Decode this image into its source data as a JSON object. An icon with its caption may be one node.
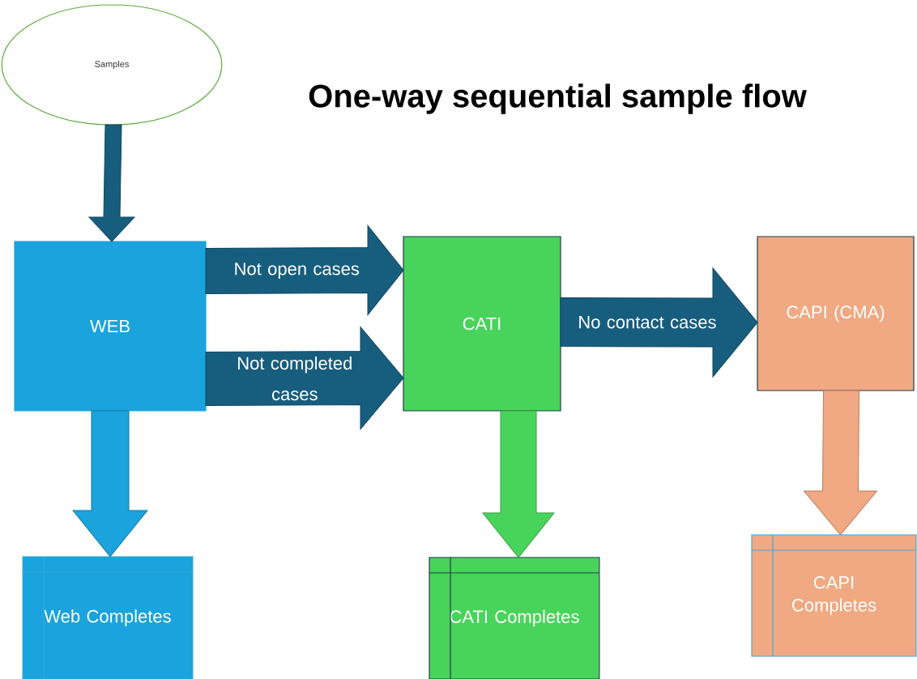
{
  "diagram": {
    "title": "One-way sequential sample flow",
    "nodes": [
      {
        "text": [
          "Samples"
        ]
      },
      {
        "text": [
          "WEB"
        ]
      },
      {
        "text": [
          "CATI"
        ]
      },
      {
        "text": [
          "CAPI (CMA)"
        ]
      },
      {
        "text": [
          "Web Completes"
        ]
      },
      {
        "text": [
          "CATI Completes"
        ]
      },
      {
        "text": [
          "CAPI Completes"
        ]
      }
    ],
    "edges": [
      {
        "from": 0,
        "to": 1,
        "arrow": "to"
      },
      {
        "from": 1,
        "to": 2,
        "arrow": "to",
        "label": "Not open cases"
      },
      {
        "from": 1,
        "to": 2,
        "arrow": "to",
        "label": "Not completed cases"
      },
      {
        "from": 2,
        "to": 3,
        "arrow": "to",
        "label": "No contact cases"
      },
      {
        "from": 1,
        "to": 4,
        "arrow": "to",
        "color": "#1aa3dc"
      },
      {
        "from": 2,
        "to": 5,
        "arrow": "to",
        "color": "#48d45a"
      },
      {
        "from": 3,
        "to": 6,
        "arrow": "to",
        "color": "#f0a982"
      }
    ]
  }
}
